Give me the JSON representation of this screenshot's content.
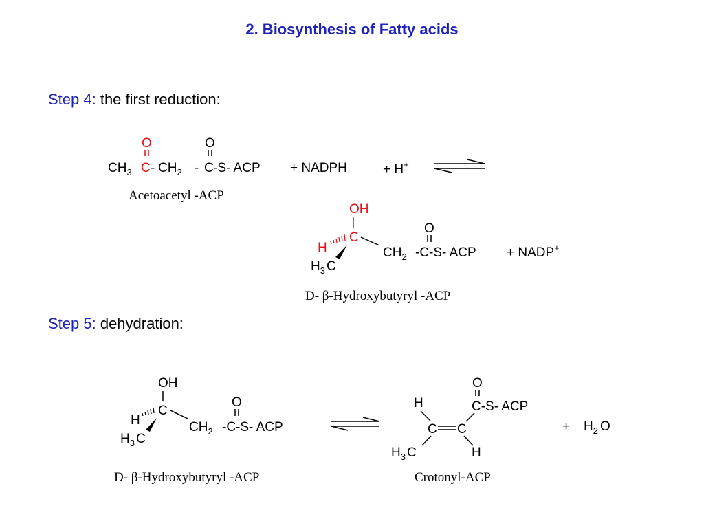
{
  "title": "2. Biosynthesis of Fatty acids",
  "step4": {
    "label": "Step 4:",
    "text": " the first reduction:"
  },
  "step5": {
    "label": "Step 5:",
    "text": " dehydration:"
  },
  "reaction1": {
    "reactant": {
      "ch3": "CH",
      "sub3": "3",
      "c_red": "C",
      "dash": "-",
      "ch2": "CH",
      "sub2": "2",
      "dash2": "-",
      "c2": "C",
      "s_acp": "-S- ACP",
      "o_red": "O",
      "o": "O",
      "name": "Acetoacetyl -ACP"
    },
    "nadph": "+  NADPH",
    "hplus": "+  H",
    "plus_sup": "+"
  },
  "product1": {
    "oh": "OH",
    "h": "H",
    "c": "C",
    "h3c_h": "H",
    "h3c_3": "3",
    "h3c_c": "C",
    "ch2": "CH",
    "sub2": "2",
    "rest": "-C-S- ACP",
    "o": "O",
    "nadp": "+   NADP",
    "nadp_sup": "+",
    "name": "D- β-Hydroxybutyryl -ACP"
  },
  "reaction2": {
    "left": {
      "oh": "OH",
      "h": "H",
      "c": "C",
      "h3c_h": "H",
      "h3c_3": "3",
      "h3c_c": "C",
      "ch2": "CH",
      "sub2": "2",
      "rest": "-C-S- ACP",
      "o": "O",
      "name": "D- β-Hydroxybutyryl -ACP"
    },
    "right": {
      "o": "O",
      "cs_acp": "C-S- ACP",
      "h_top": "H",
      "c1": "C",
      "c2": "C",
      "h3c_h": "H",
      "h3c_3": "3",
      "h3c_c": "C",
      "h_bot": "H",
      "name": "Crotonyl-ACP"
    },
    "water": {
      "plus": "+",
      "h": "H",
      "sub": "2",
      "o": "O"
    }
  },
  "colors": {
    "title": "#1f23b8",
    "step_label": "#1f23b8",
    "highlight": "#e4141a"
  }
}
